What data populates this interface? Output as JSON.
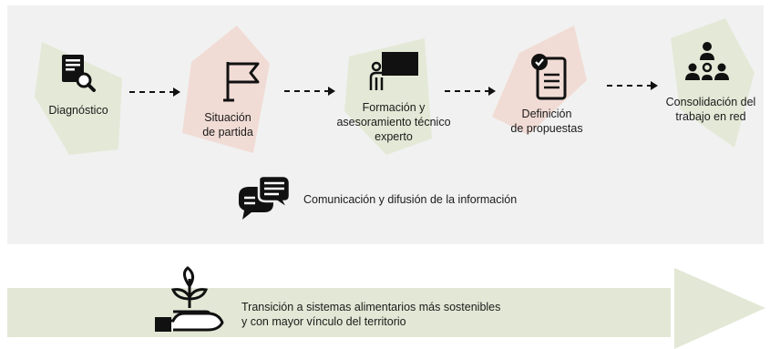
{
  "steps": [
    {
      "label": "Diagnóstico",
      "icon": "document-search-icon",
      "blob_color": "#e4e9d7"
    },
    {
      "label": "Situación\nde partida",
      "icon": "flag-icon",
      "blob_color": "#f1dcd5"
    },
    {
      "label": "Formación y\nasesoramiento técnico\nexperto",
      "icon": "presenter-board-icon",
      "blob_color": "#e4e9d7"
    },
    {
      "label": "Definición\nde propuestas",
      "icon": "checklist-icon",
      "blob_color": "#f1dcd5"
    },
    {
      "label": "Consolidación del\ntrabajo en red",
      "icon": "team-network-icon",
      "blob_color": "#e4e9d7"
    }
  ],
  "communication": {
    "label": "Comunicación y difusión de la información",
    "icon": "chat-bubbles-icon"
  },
  "outcome": {
    "label": "Transición a sistemas alimentarios más sostenibles\ny con mayor vínculo del territorio",
    "icon": "plant-in-hand-icon",
    "banner_color": "#e3e8d6"
  }
}
